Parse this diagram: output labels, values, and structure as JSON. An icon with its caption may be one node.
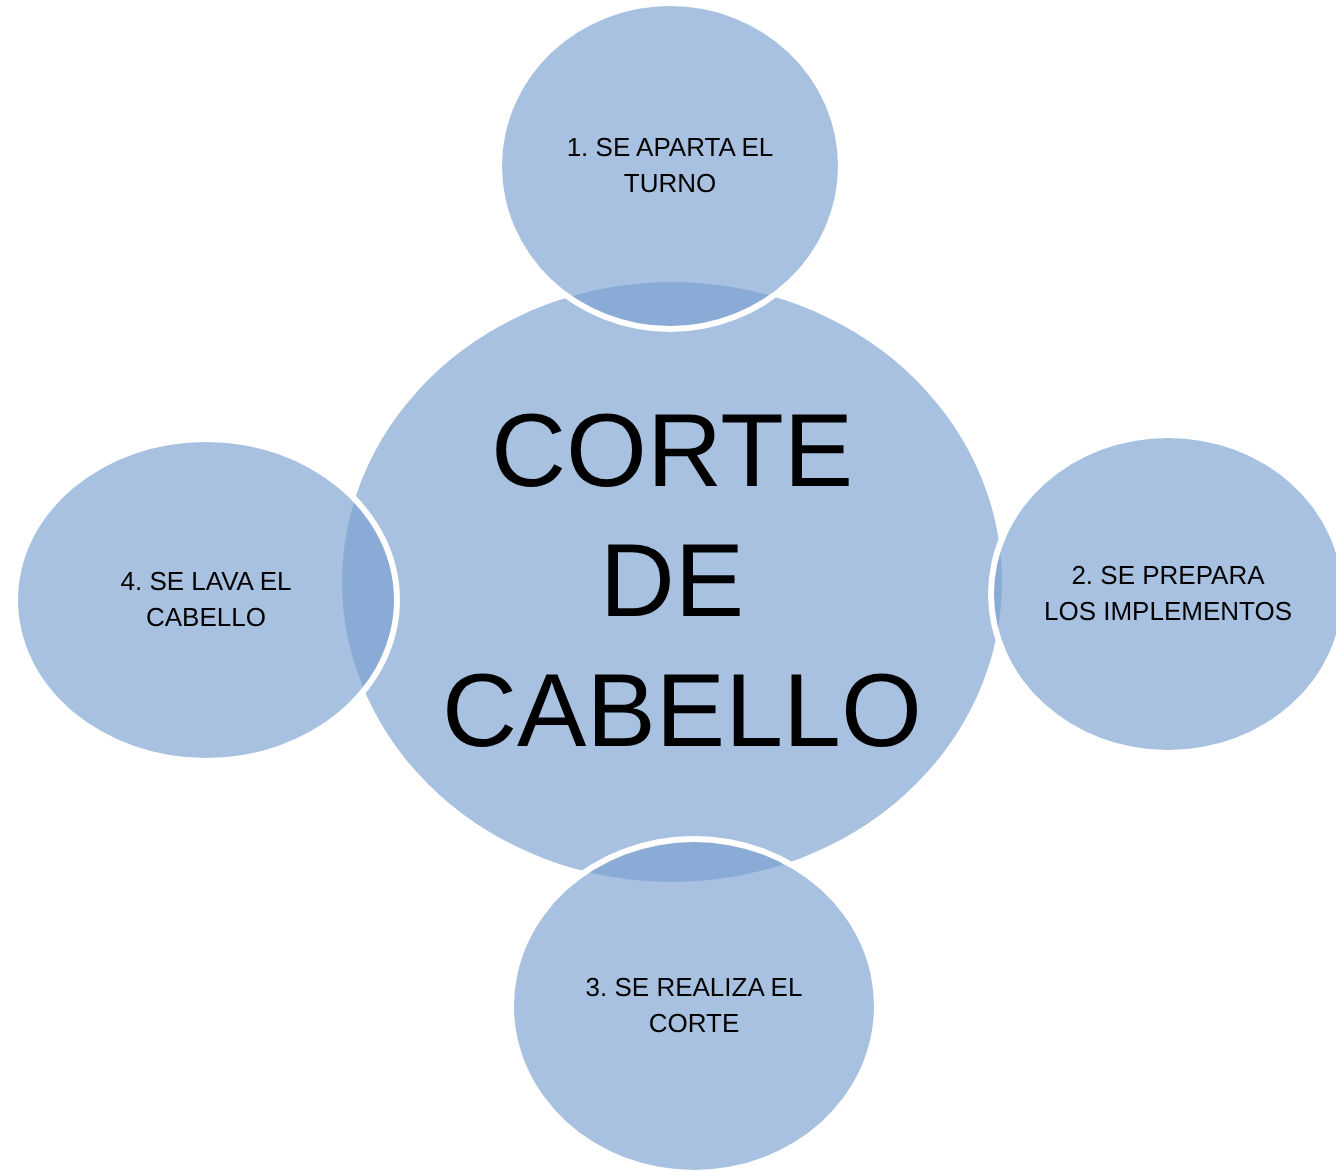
{
  "diagram": {
    "nodes": [
      {
        "text": [
          "CORTE DE CABELLO"
        ]
      },
      {
        "text": [
          "1. SE APARTA EL TURNO"
        ]
      },
      {
        "text": [
          "2. SE PREPARA LOS IMPLEMENTOS"
        ]
      },
      {
        "text": [
          "3. SE REALIZA EL CORTE"
        ]
      },
      {
        "text": [
          "4. SE LAVA EL CABELLO"
        ]
      }
    ],
    "edges": []
  }
}
